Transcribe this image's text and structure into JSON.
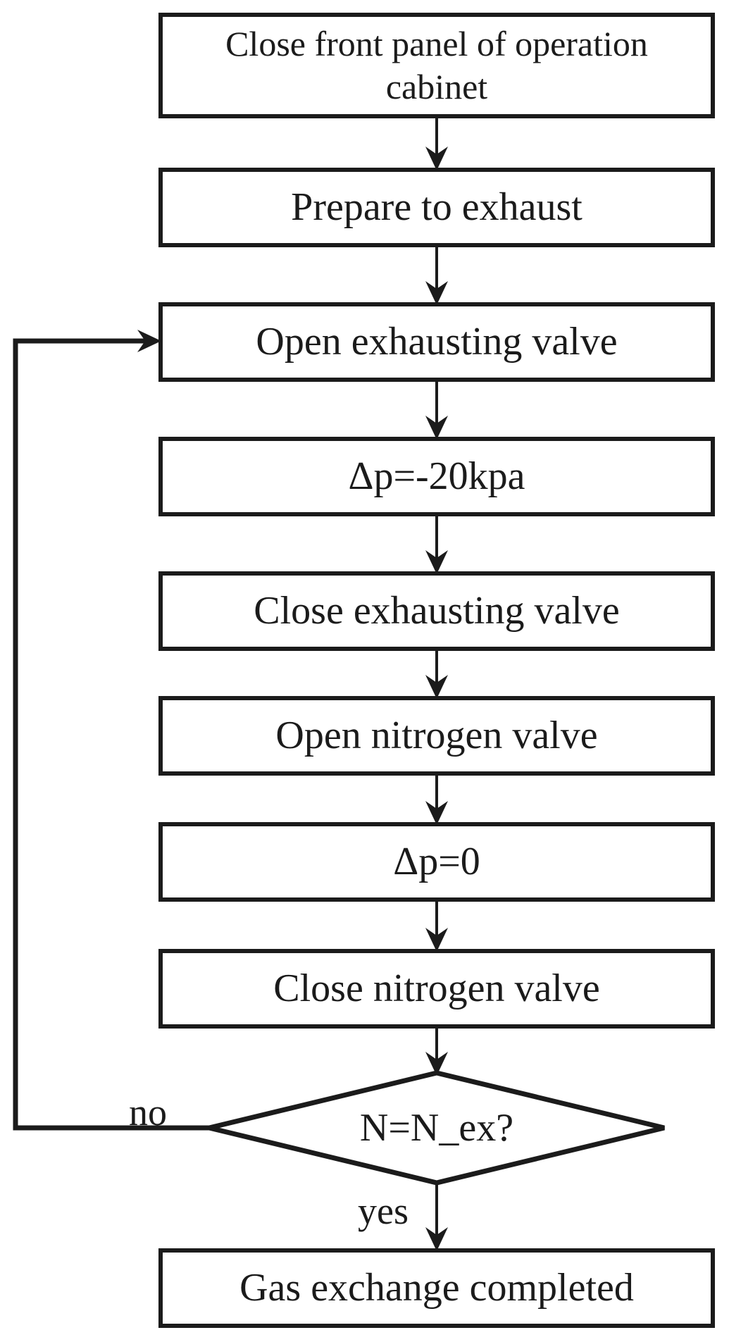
{
  "flowchart": {
    "nodes": {
      "step1": "Close front panel of operation cabinet",
      "step2": "Prepare to exhaust",
      "step3": "Open exhausting valve",
      "step4": "Δp=-20kpa",
      "step5": "Close exhausting valve",
      "step6": "Open nitrogen valve",
      "step7": "Δp=0",
      "step8": "Close nitrogen valve",
      "decision": "N=N_ex?",
      "end": "Gas exchange completed"
    },
    "branch_labels": {
      "no": "no",
      "yes": "yes"
    },
    "colors": {
      "ink": "#1b1b1b",
      "background": "#ffffff"
    }
  }
}
